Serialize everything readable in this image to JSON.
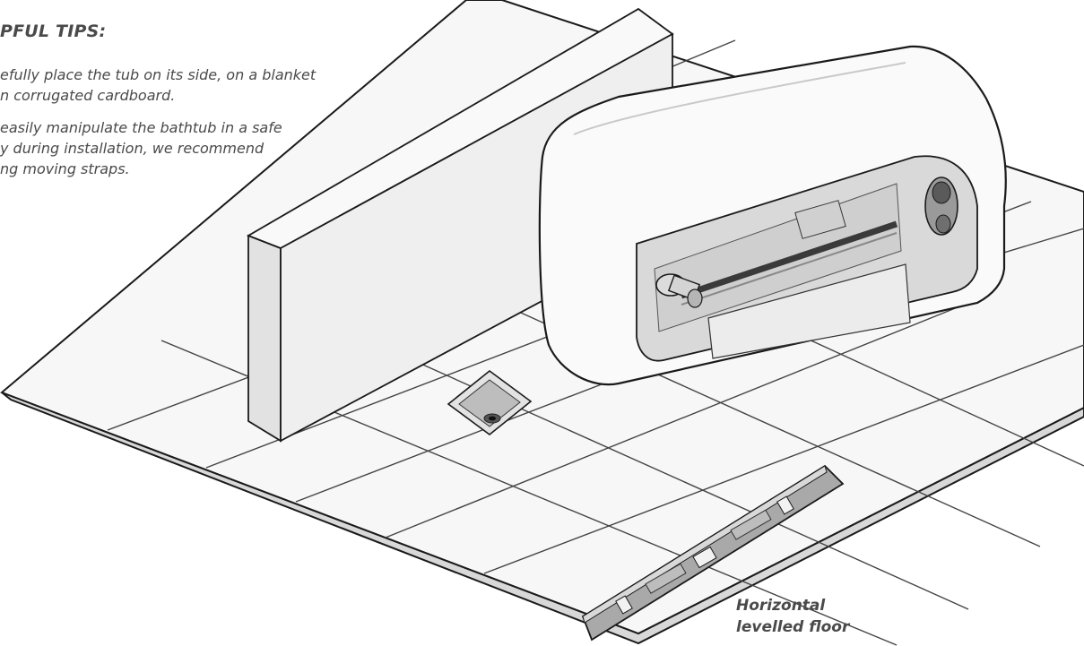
{
  "tips": {
    "title": "PFUL TIPS:",
    "items": [
      {
        "lines": [
          "efully place the tub on its side, on a blanket",
          "n corrugated cardboard."
        ]
      },
      {
        "lines": [
          "easily manipulate the bathtub in a safe",
          "y during installation, we recommend",
          "ng moving straps."
        ]
      }
    ]
  },
  "floor_label": {
    "line1": "Horizontal",
    "line2": "levelled floor"
  }
}
